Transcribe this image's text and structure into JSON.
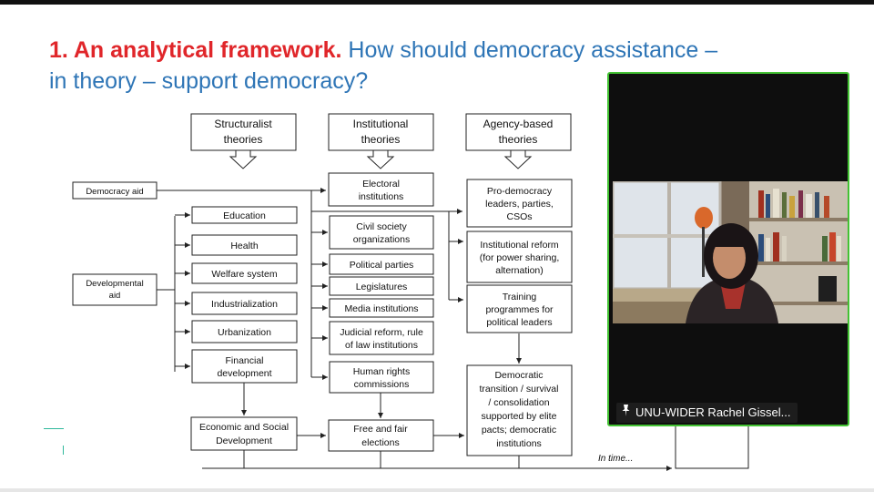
{
  "slide": {
    "title_strong": "1. An analytical framework.",
    "title_rest": " How should democracy assistance –",
    "title_line2": "in theory – support democracy?"
  },
  "diagram": {
    "headers": {
      "structuralist": [
        "Structuralist",
        "theories"
      ],
      "institutional": [
        "Institutional",
        "theories"
      ],
      "agency": [
        "Agency-based",
        "theories"
      ]
    },
    "inputs": {
      "democracy_aid": "Democracy aid",
      "developmental_aid": [
        "Developmental",
        "aid"
      ]
    },
    "structural_boxes": [
      [
        "Education"
      ],
      [
        "Health"
      ],
      [
        "Welfare system"
      ],
      [
        "Industrialization"
      ],
      [
        "Urbanization"
      ],
      [
        "Financial",
        "development"
      ]
    ],
    "institutional_boxes": [
      [
        "Electoral",
        "institutions"
      ],
      [
        "Civil society",
        "organizations"
      ],
      [
        "Political parties"
      ],
      [
        "Legislatures"
      ],
      [
        "Media institutions"
      ],
      [
        "Judicial reform, rule",
        "of law institutions"
      ],
      [
        "Human rights",
        "commissions"
      ]
    ],
    "agency_boxes": [
      [
        "Pro-democracy",
        "leaders, parties,",
        "CSOs"
      ],
      [
        "Institutional reform",
        "(for power sharing,",
        "alternation)"
      ],
      [
        "Training",
        "programmes for",
        "political leaders"
      ]
    ],
    "outcomes": {
      "economic": [
        "Economic and Social",
        "Development"
      ],
      "elections": [
        "Free and fair",
        "elections"
      ],
      "transition": [
        "Democratic",
        "transition / survival",
        "/ consolidation",
        "supported by elite",
        "pacts; democratic",
        "institutions"
      ]
    },
    "time_label": "In time..."
  },
  "video": {
    "participant_name": "UNU-WIDER Rachel Gissel...",
    "pin_icon": "pin-icon",
    "border_color": "#43c233"
  },
  "colors": {
    "title_red": "#e0262a",
    "title_blue": "#2e75b6"
  }
}
